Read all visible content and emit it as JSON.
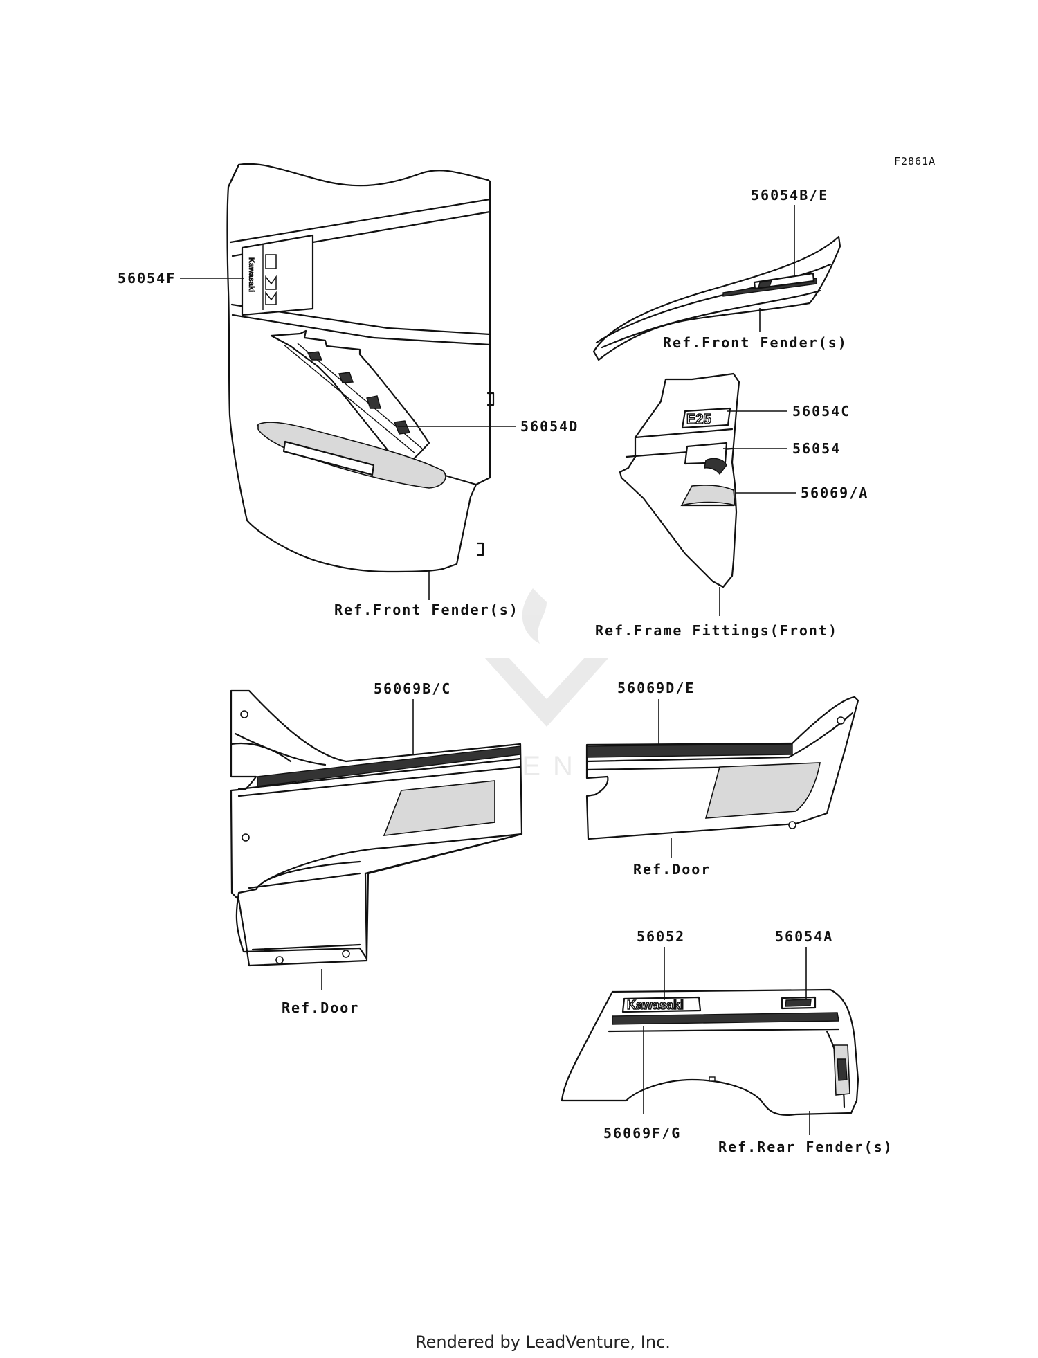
{
  "figure_code": "F2861A",
  "footer": "Rendered by LeadVenture, Inc.",
  "watermark": "LEADVENTURE",
  "callouts": {
    "c_56054F": "56054F",
    "c_56054BE": "56054B/E",
    "c_56054D": "56054D",
    "c_56054C": "56054C",
    "c_56054": "56054",
    "c_56069A": "56069/A",
    "c_56069BC": "56069B/C",
    "c_56069DE": "56069D/E",
    "c_56052": "56052",
    "c_56054A": "56054A",
    "c_56069FG": "56069F/G"
  },
  "refs": {
    "front_fender_left": "Ref.Front Fender(s)",
    "front_fender_right": "Ref.Front Fender(s)",
    "frame_fittings": "Ref.Frame Fittings(Front)",
    "door_left": "Ref.Door",
    "door_right": "Ref.Door",
    "rear_fender": "Ref.Rear Fender(s)"
  },
  "decal_text": {
    "kawasaki": "Kawasaki",
    "side_logo": "Kawasaki"
  }
}
